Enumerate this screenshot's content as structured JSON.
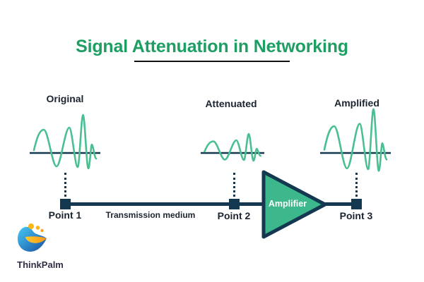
{
  "title": {
    "text": "Signal Attenuation in Networking"
  },
  "diagram": {
    "waveforms": [
      {
        "label": "Original",
        "amplitude_scale": 1
      },
      {
        "label": "Attenuated",
        "amplitude_scale": 0.5
      },
      {
        "label": "Amplified",
        "amplitude_scale": 1.15
      }
    ],
    "points": [
      {
        "label": "Point 1"
      },
      {
        "label": "Point 2"
      },
      {
        "label": "Point 3"
      }
    ],
    "transmission_label": "Transmission medium",
    "amplifier_label": "Amplifier"
  },
  "branding": {
    "logo_text": "ThinkPalm"
  },
  "colors": {
    "title_green": "#1e9e63",
    "wave_green": "#4abf91",
    "amplifier_fill": "#3db78c",
    "navy": "#14384f",
    "label_text": "#1b2430",
    "logo_text": "#2f3048",
    "background": "#ffffff"
  }
}
